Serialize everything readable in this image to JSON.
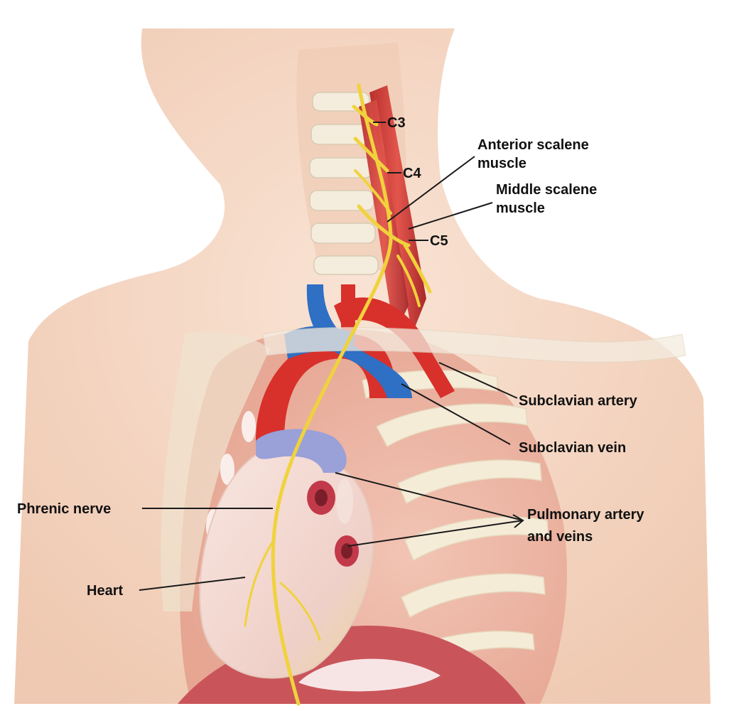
{
  "labels": {
    "c3": "C3",
    "c4": "C4",
    "c5": "C5",
    "anterior_scalene": [
      "Anterior scalene",
      "muscle"
    ],
    "middle_scalene": [
      "Middle scalene",
      "muscle"
    ],
    "subclavian_artery": "Subclavian artery",
    "subclavian_vein": "Subclavian vein",
    "pulmonary": [
      "Pulmonary artery",
      "and veins"
    ],
    "phrenic_nerve": "Phrenic nerve",
    "heart": "Heart"
  },
  "colors": {
    "skin": "#f6d9c6",
    "skin_shadow": "#ecc3a8",
    "chest_cavity": "#eeb3a2",
    "bone": "#f3ead6",
    "muscle": "#d9433d",
    "artery": "#d8302b",
    "vein": "#2f6fc4",
    "pulmonary_vessel": "#9aa0d8",
    "heart": "#f1d6cf",
    "nerve": "#f0d23c",
    "diaphragm": "#c4474a"
  }
}
